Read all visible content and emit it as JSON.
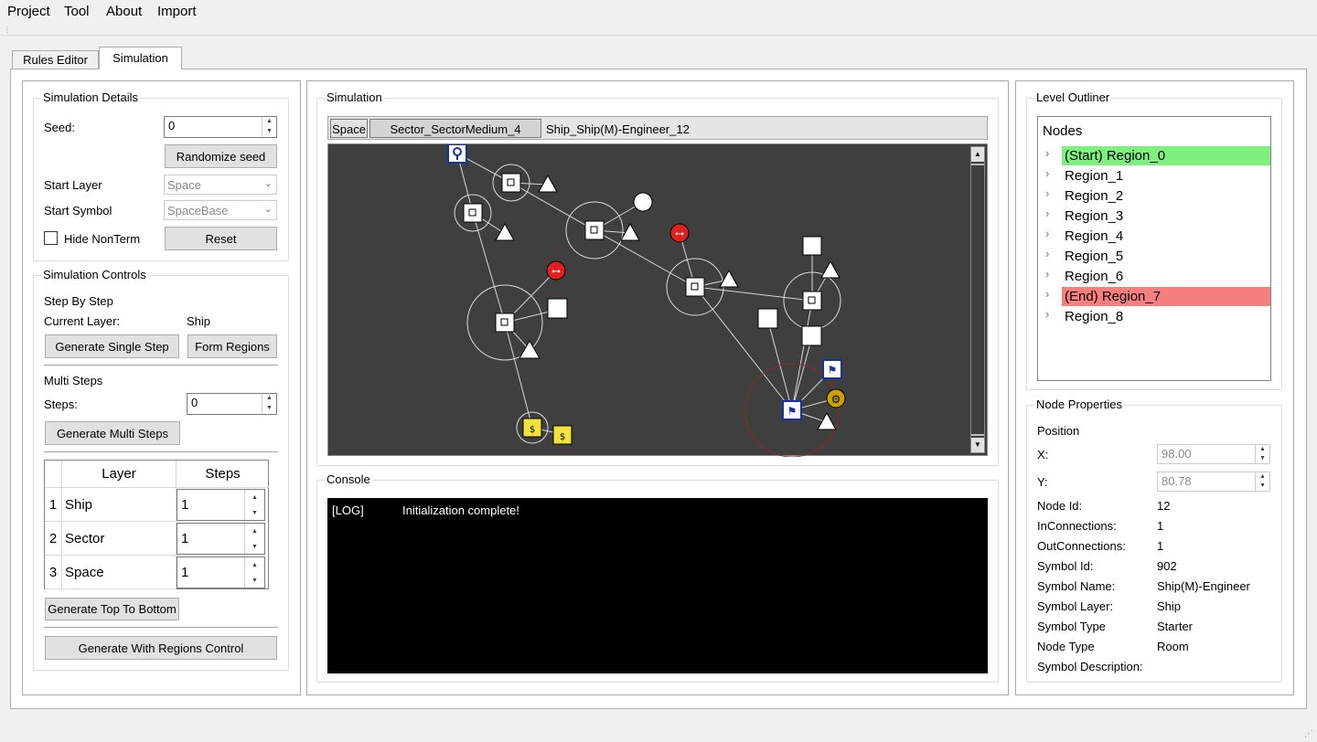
{
  "menu": [
    "Project",
    "Tool",
    "About",
    "Import"
  ],
  "tabs": [
    "Rules Editor",
    "Simulation"
  ],
  "details": {
    "title": "Simulation Details",
    "seed_label": "Seed:",
    "seed_value": "0",
    "randomize_label": "Randomize seed",
    "start_layer_label": "Start Layer",
    "start_layer_value": "Space",
    "start_symbol_label": "Start Symbol",
    "start_symbol_value": "SpaceBase",
    "hide_nonterm_label": "Hide NonTerm",
    "reset_label": "Reset"
  },
  "controls": {
    "title": "Simulation Controls",
    "step_by_step": "Step By Step",
    "current_layer_label": "Current Layer:",
    "current_layer_value": "Ship",
    "generate_single_step": "Generate Single Step",
    "form_regions": "Form Regions",
    "multi_steps": "Multi Steps",
    "steps_label": "Steps:",
    "steps_value": "0",
    "generate_multi_steps": "Generate Multi Steps",
    "table_headers": [
      "Layer",
      "Steps"
    ],
    "table_rows": [
      {
        "index": "1",
        "layer": "Ship",
        "steps": "1"
      },
      {
        "index": "2",
        "layer": "Sector",
        "steps": "1"
      },
      {
        "index": "3",
        "layer": "Space",
        "steps": "1"
      }
    ],
    "generate_top_to_bottom": "Generate Top To Bottom",
    "generate_with_regions": "Generate With Regions Control"
  },
  "simulation": {
    "title": "Simulation",
    "breadcrumb": [
      "Space",
      "Sector_SectorMedium_4",
      "Ship_Ship(M)-Engineer_12"
    ]
  },
  "console": {
    "title": "Console",
    "tag": "[LOG]",
    "message": "Initialization complete!"
  },
  "outliner": {
    "title": "Level Outliner",
    "header": "Nodes",
    "nodes": [
      "(Start) Region_0",
      "Region_1",
      "Region_2",
      "Region_3",
      "Region_4",
      "Region_5",
      "Region_6",
      "(End) Region_7",
      "Region_8"
    ],
    "start_color": "#7ef07e",
    "end_color": "#f77f7f"
  },
  "properties": {
    "title": "Node Properties",
    "position_label": "Position",
    "x_label": "X:",
    "x_value": "98.00",
    "y_label": "Y:",
    "y_value": "80.78",
    "rows": [
      {
        "label": "Node Id:",
        "value": "12"
      },
      {
        "label": "InConnections:",
        "value": "1"
      },
      {
        "label": "OutConnections:",
        "value": "1"
      },
      {
        "label": "Symbol Id:",
        "value": "902"
      },
      {
        "label": "Symbol Name:",
        "value": "Ship(M)-Engineer"
      },
      {
        "label": "Symbol Layer:",
        "value": "Ship"
      },
      {
        "label": "Symbol Type",
        "value": "Starter"
      },
      {
        "label": "Node Type",
        "value": "Room"
      },
      {
        "label": "Symbol Description:",
        "value": ""
      }
    ]
  }
}
